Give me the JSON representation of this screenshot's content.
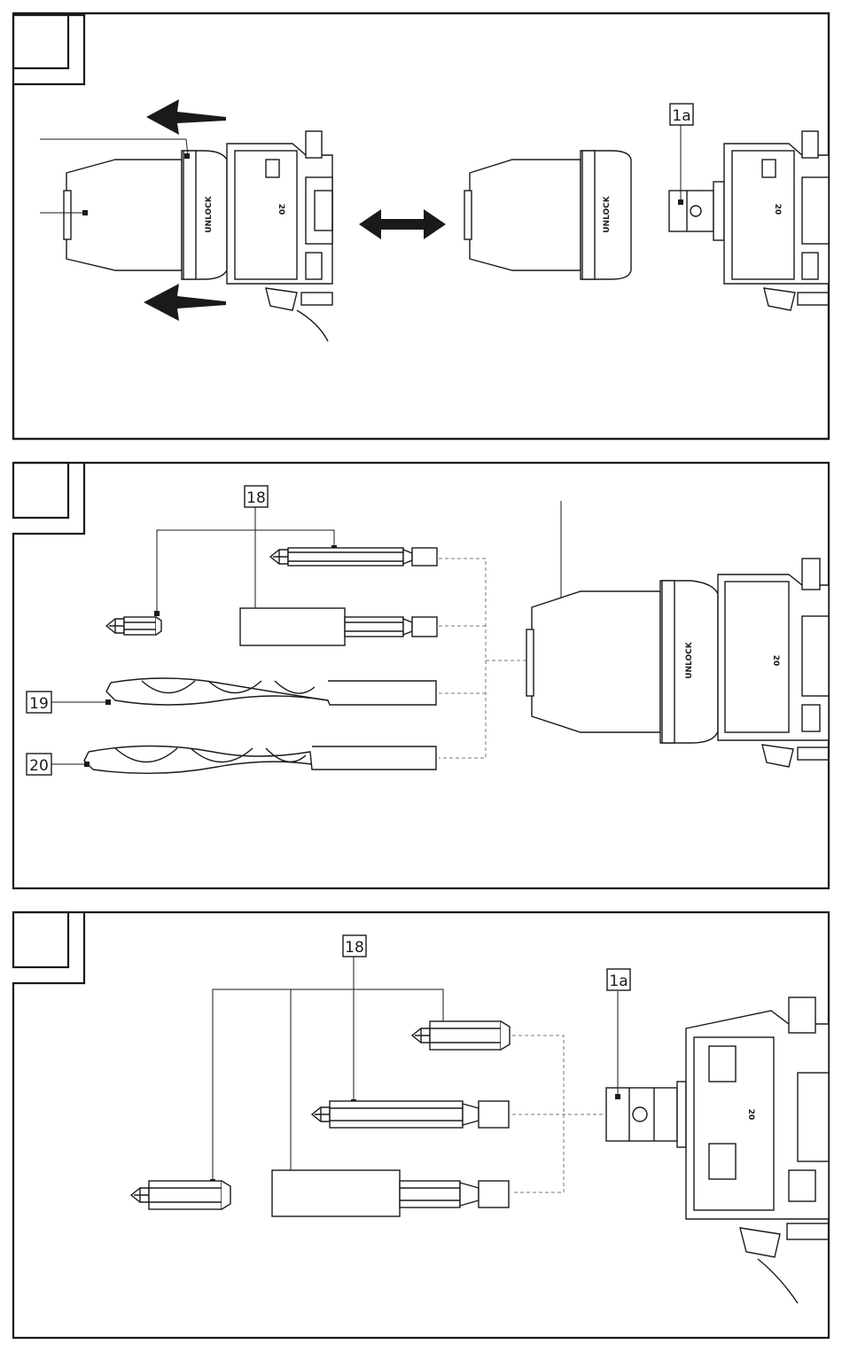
{
  "panels": [
    {
      "callouts": [
        "1a"
      ],
      "chuck_text": [
        "UNLOCK",
        "UNLOCK"
      ]
    },
    {
      "callouts": [
        "18",
        "19",
        "20"
      ],
      "chuck_text": [
        "UNLOCK"
      ]
    },
    {
      "callouts": [
        "18",
        "1a"
      ]
    }
  ],
  "tool_marking": "20"
}
